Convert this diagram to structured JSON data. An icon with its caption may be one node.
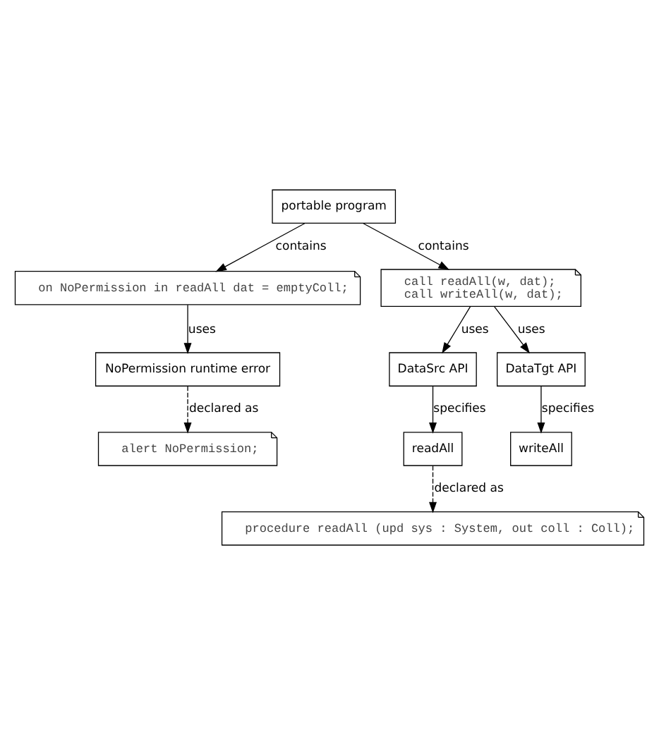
{
  "diagram": {
    "nodes": [
      {
        "text": [
          "portable program"
        ]
      },
      {
        "text": [
          "on NoPermission in readAll dat = emptyColl;"
        ]
      },
      {
        "text": [
          "call readAll(w, dat);",
          "call writeAll(w, dat);"
        ]
      },
      {
        "text": [
          "NoPermission runtime error"
        ]
      },
      {
        "text": [
          "DataSrc API"
        ]
      },
      {
        "text": [
          "DataTgt API"
        ]
      },
      {
        "text": [
          "alert NoPermission;"
        ]
      },
      {
        "text": [
          "readAll"
        ]
      },
      {
        "text": [
          "writeAll"
        ]
      },
      {
        "text": [
          "procedure readAll (upd sys : System, out coll : Coll);"
        ]
      }
    ],
    "edges": [
      {
        "from": 0,
        "to": 1,
        "arrow": "to",
        "label": "contains"
      },
      {
        "from": 0,
        "to": 2,
        "arrow": "to",
        "label": "contains"
      },
      {
        "from": 1,
        "to": 3,
        "arrow": "to",
        "label": "uses"
      },
      {
        "from": 2,
        "to": 4,
        "arrow": "to",
        "label": "uses"
      },
      {
        "from": 2,
        "to": 5,
        "arrow": "to",
        "label": "uses"
      },
      {
        "from": 3,
        "to": 6,
        "arrow": "to",
        "label": "declared as",
        "style": "dashed"
      },
      {
        "from": 4,
        "to": 7,
        "arrow": "to",
        "label": "specifies"
      },
      {
        "from": 5,
        "to": 8,
        "arrow": "to",
        "label": "specifies"
      },
      {
        "from": 7,
        "to": 9,
        "arrow": "to",
        "label": "declared as",
        "style": "dashed"
      }
    ]
  }
}
